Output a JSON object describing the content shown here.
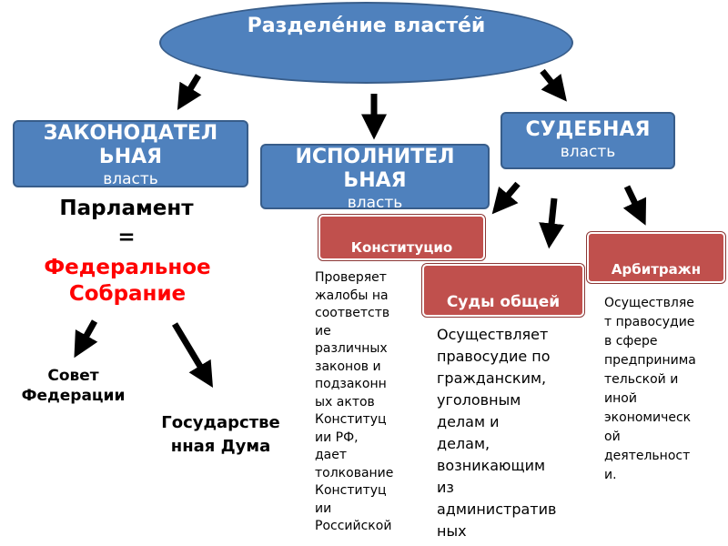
{
  "top": {
    "title": "Разделе́ние\nвласте́й"
  },
  "branches": {
    "legislative": {
      "title": "ЗАКОНОДАТЕЛ\nЬНАЯ",
      "sub": "власть"
    },
    "executive": {
      "title": "ИСПОЛНИТЕЛ\nЬНАЯ",
      "sub": "власть"
    },
    "judicial": {
      "title": "СУДЕБНАЯ",
      "sub": "власть"
    }
  },
  "parliament": {
    "line1": "Парламент",
    "line2": "=",
    "line3": "Федеральное\nСобрание"
  },
  "chambers": {
    "council": "Совет\nФедерации",
    "duma": "Государстве\nнная Дума"
  },
  "courts": {
    "constitutional": {
      "title": "Конституцио\nнные суды",
      "desc": "Проверяет\nжалобы на\nсоответств\nие\nразличных\nзаконов и\nподзаконн\nых актов\nКонституц\nии РФ,\nдает\nтолкование\nКонституц\nии\nРоссийской"
    },
    "general": {
      "title": "Суды общей\nюрисдикции",
      "desc": "Осуществляет\nправосудие по\nгражданским,\nуголовным\nделам и\nделам,\nвозникающим\nиз\nадминистратив\nных"
    },
    "arbitration": {
      "title": "Арбитражн\nые суды",
      "desc": "Осуществляе\nт правосудие\nв сфере\nпредпринима\nтельской и\nиной\nэкономическ\nой\nдеятельност\nи."
    }
  },
  "colors": {
    "blue": "#4f81bd",
    "red": "#c0504d",
    "accent_text": "#ff0000"
  }
}
